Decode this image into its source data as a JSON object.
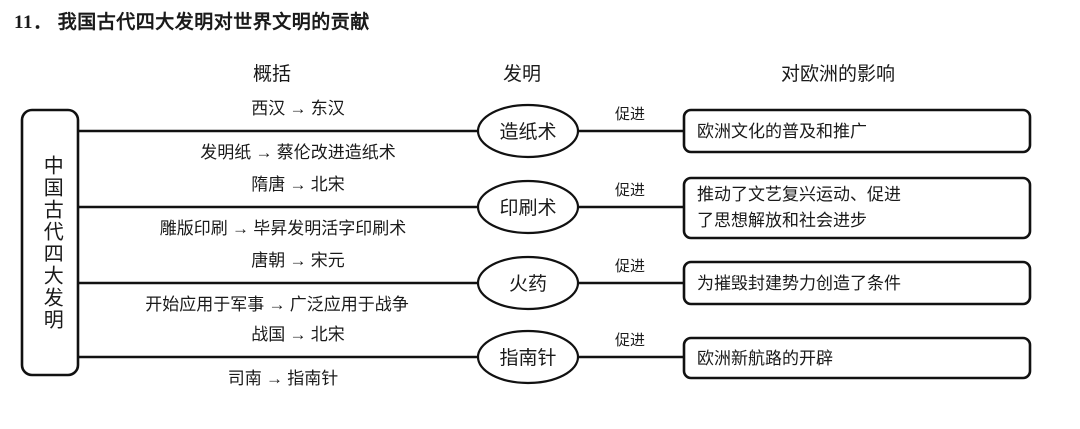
{
  "title": "11． 我国古代四大发明对世界文明的贡献",
  "headers": {
    "summary": "概括",
    "invention": "发明",
    "impact": "对欧洲的影响"
  },
  "root": {
    "label": "中国古代四大发明"
  },
  "connector_label": "促进",
  "rows": [
    {
      "summary_top": "西汉 → 东汉",
      "summary_bottom": "发明纸 → 蔡伦改进造纸术",
      "invention": "造纸术",
      "promote": "促进",
      "effect_lines": [
        "欧洲文化的普及和推广"
      ]
    },
    {
      "summary_top": "隋唐 → 北宋",
      "summary_bottom": "雕版印刷 → 毕昇发明活字印刷术",
      "invention": "印刷术",
      "promote": "促进",
      "effect_lines": [
        "推动了文艺复兴运动、促进",
        "了思想解放和社会进步"
      ]
    },
    {
      "summary_top": "唐朝 → 宋元",
      "summary_bottom": "开始应用于军事 → 广泛应用于战争",
      "invention": "火药",
      "promote": "促进",
      "effect_lines": [
        "为摧毁封建势力创造了条件"
      ]
    },
    {
      "summary_top": "战国 → 北宋",
      "summary_bottom": "司南 → 指南针",
      "invention": "指南针",
      "promote": "促进",
      "effect_lines": [
        "欧洲新航路的开辟"
      ]
    }
  ],
  "colors": {
    "ink": "#111111",
    "background": "#ffffff"
  }
}
